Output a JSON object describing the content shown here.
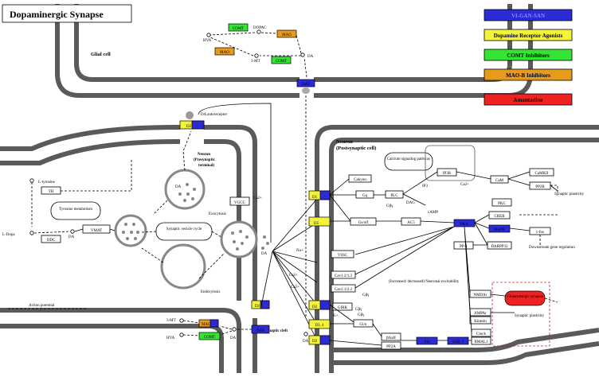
{
  "title": "Dopaminergic Synapse",
  "legend": [
    {
      "label": "VI-GAN-SAN",
      "color": "#2b2bd6",
      "text_color": "#8888ff"
    },
    {
      "label": "Dopamine Receptor Agonists",
      "color": "#f3f33a",
      "text_color": "#000000"
    },
    {
      "label": "COMT Inhibitors",
      "color": "#33e533",
      "text_color": "#000000"
    },
    {
      "label": "MAO-B Inhibitors",
      "color": "#e89a1b",
      "text_color": "#000000"
    },
    {
      "label": "Amantadine",
      "color": "#ee2222",
      "text_color": "#000000"
    }
  ],
  "regions": {
    "glial": "Glial cell",
    "presyn_1": "Neuron",
    "presyn_2": "(Presynaptic",
    "presyn_3": "terminal)",
    "postsyn_1": "Neuron",
    "postsyn_2": "(Postsynaptic cell)",
    "cleft": "Synaptic cleft"
  },
  "nodes": {
    "comt_top": "COMT",
    "mao_top1": "MAO",
    "mao_top2": "MAO",
    "comt_top2": "COMT",
    "dat_top": "DAT",
    "d2_auto": "D2",
    "th": "TH",
    "ddc": "DDC",
    "vmat": "VMAT",
    "vgcc": "VGCC",
    "d1": "D1",
    "d5": "D5",
    "d2_pre": "D2",
    "dat_bot": "DAT",
    "mao_bot": "MAO",
    "comt_bot": "COMT",
    "d2_post": "D2",
    "d34": "D3, 4",
    "d2_low": "D2",
    "cakyon": "Cakyon",
    "gq": "Gq",
    "gsolf": "Gs/olf",
    "plc": "PLC",
    "ac5": "AC5",
    "ip3r": "IP3R",
    "cam": "CaM",
    "camkii": "CaMKII",
    "pp2b": "PP2B",
    "pkc": "PKC",
    "creb": "CREB",
    "pka": "PKA",
    "mapk": "MAPK",
    "cfos": "c-fos",
    "pp1": "PP-1",
    "darpp32": "DARPP32",
    "vssc": "VSSC",
    "cav12": "Cav1.2/1.3",
    "cav21": "Cav2.1/2.2",
    "girk": "GIRK",
    "gio": "Gi/o",
    "baii": "βAaII",
    "pp2a": "PP2A",
    "akt": "Akt",
    "gsk3": "GSK-3",
    "nmdar": "NMDAr",
    "ampar": "AMPAr",
    "kinesin": "Kinesin",
    "clock": "Clock",
    "bmal1": "BMAL1",
    "glut": "Glutamatergic synapse",
    "tyr_met": "Tyrosine metabolism",
    "svc": "Synaptic vesicle cycle",
    "calcium": "Calcium signaling pathway"
  },
  "labels": {
    "da_auto": "DA autoreceptor",
    "dopac": "DOPAC",
    "hva1": "HVA",
    "mt3_1": "3-MT",
    "da1": "DA",
    "ltyr": "L-tyrosine",
    "ldopa": "L-Dopa",
    "da2": "DA",
    "da3": "DA",
    "da4": "DA",
    "exo": "Exocytosis",
    "endo": "Endocytosis",
    "ca1": "Ca2+",
    "na": "Na+",
    "ca2": "Ca2+",
    "ca3": "Ca2+",
    "k": "K+",
    "ap": "Action potential",
    "mt3_2": "3-MT",
    "hva2": "HVA",
    "da5": "DA",
    "da6": "DA",
    "da7": "DA",
    "syn_plast1": "Synaptic plasticity",
    "syn_plast2": "Synaptic plasticity",
    "downstream": "Downstream gene regulation",
    "neuro_exc": "(Increased/ decreased) Neuronal excitability",
    "camp": "cAMP",
    "dag": "DAG",
    "ip3": "IP3",
    "ca4": "Ca2+",
    "gbg1": "Gβγ",
    "gbg2": "Gβγ",
    "gbg3": "Gβγ",
    "gbg4": "Gβγ"
  }
}
